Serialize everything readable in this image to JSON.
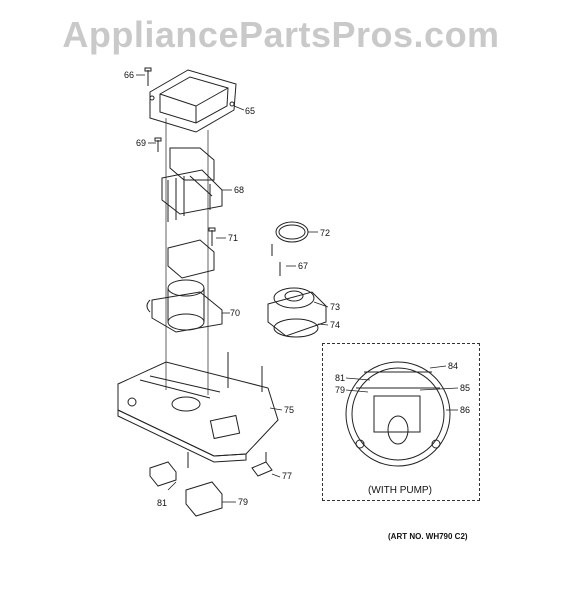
{
  "watermark": "AppliancePartsPros.com",
  "pump_caption": "(WITH PUMP)",
  "art_number": "(ART NO. WH790 C2)",
  "labels": {
    "p66": "66",
    "p65": "65",
    "p69": "69",
    "p68": "68",
    "p71": "71",
    "p72": "72",
    "p67": "67",
    "p70": "70",
    "p73": "73",
    "p74": "74",
    "p75": "75",
    "p77": "77",
    "p81": "81",
    "p79": "79",
    "p84": "84",
    "p81b": "81",
    "p79b": "79",
    "p85": "85",
    "p86": "86"
  },
  "colors": {
    "line": "#222222",
    "watermark": "#c9c9c9"
  }
}
